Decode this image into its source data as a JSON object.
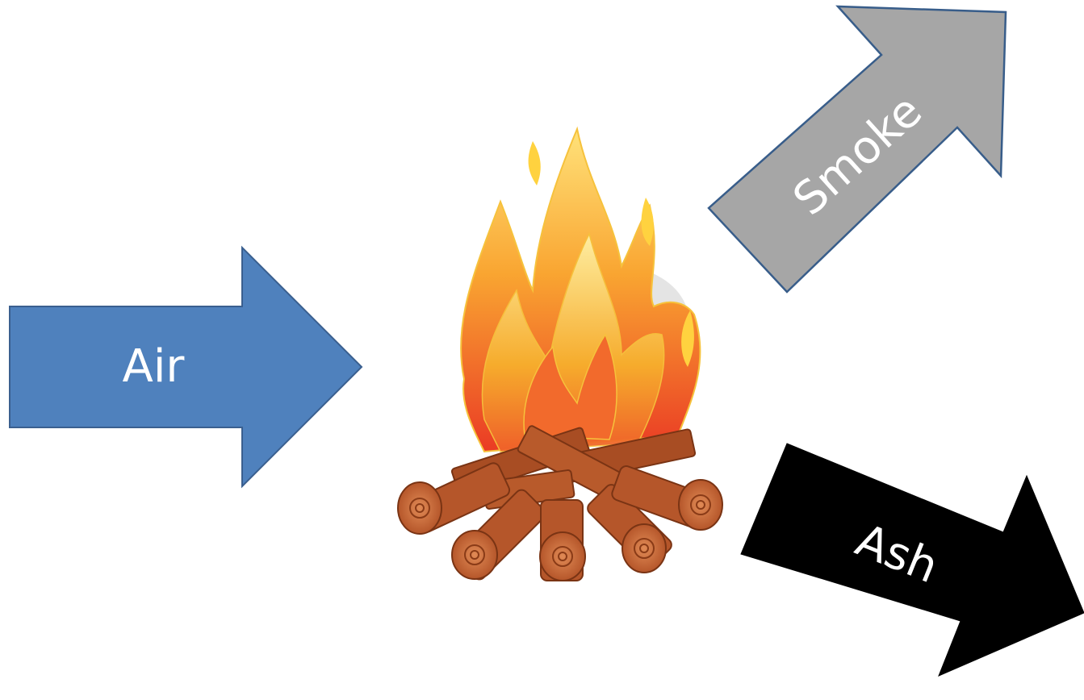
{
  "diagram": {
    "arrows": {
      "input": {
        "label": "Air",
        "fill": "#4f81bd",
        "stroke": "#3a5f8f",
        "text_color": "#ffffff"
      },
      "output_top": {
        "label": "Smoke",
        "fill": "#a6a6a6",
        "stroke": "#385d8a",
        "text_color": "#ffffff"
      },
      "output_bottom": {
        "label": "Ash",
        "fill": "#000000",
        "stroke": "#000000",
        "text_color": "#ffffff"
      }
    },
    "center_icon": "campfire-icon",
    "colors": {
      "flame_outer": "#f7b733",
      "flame_inner": "#ef4a23",
      "flame_tip": "#ffd23f",
      "log": "#b5562a",
      "log_dark": "#7a3414",
      "log_end": "#d8743f"
    }
  }
}
